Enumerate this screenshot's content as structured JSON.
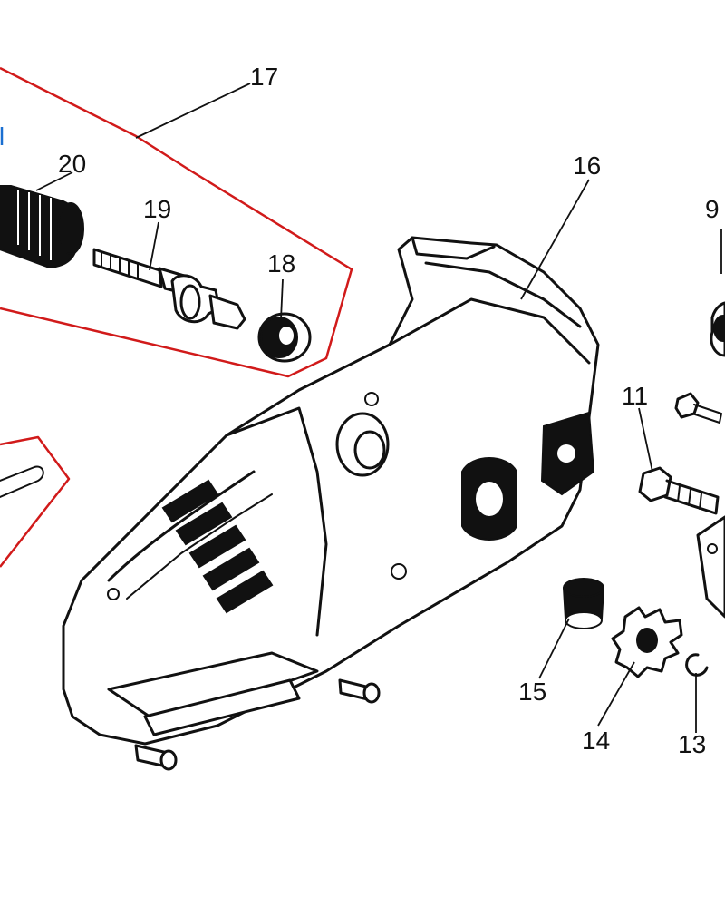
{
  "diagram": {
    "colors": {
      "ink": "#111111",
      "group_outline": "#d11a1a",
      "background": "#ffffff",
      "edge_mark": "#1a6fd1"
    },
    "callouts": {
      "c9": "9",
      "c11": "11",
      "c13": "13",
      "c14": "14",
      "c15": "15",
      "c16": "16",
      "c17": "17",
      "c18": "18",
      "c19": "19",
      "c20": "20"
    },
    "parts": [
      {
        "callout": "9",
        "icon": "oil-cap-icon"
      },
      {
        "callout": "11",
        "icon": "bolt-icon"
      },
      {
        "callout": "13",
        "icon": "circlip-icon"
      },
      {
        "callout": "14",
        "icon": "sprocket-icon"
      },
      {
        "callout": "15",
        "icon": "bushing-icon"
      },
      {
        "callout": "16",
        "icon": "housing-icon"
      },
      {
        "callout": "17",
        "icon": "gear-shaft-assembly-icon"
      },
      {
        "callout": "18",
        "icon": "bearing-icon"
      },
      {
        "callout": "19",
        "icon": "shaft-icon"
      },
      {
        "callout": "20",
        "icon": "gear-icon"
      }
    ]
  }
}
